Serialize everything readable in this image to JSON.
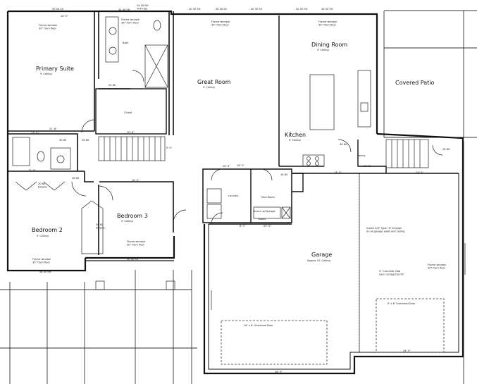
{
  "rooms": {
    "primary_suite": {
      "name": "Primary Suite",
      "ceiling": "9' Ceiling",
      "window": "Frame window\n30\" from floor"
    },
    "bath": {
      "name": "Bath",
      "window": "Frame window\n36\" from floor"
    },
    "closet": {
      "name": "Closet"
    },
    "great_room": {
      "name": "Great Room",
      "ceiling": "9' Ceiling",
      "window": "Frame window\n30\" from floor"
    },
    "dining_room": {
      "name": "Dining Room",
      "ceiling": "9' Ceiling",
      "window": "Frame window\n30\" from floor"
    },
    "kitchen": {
      "name": "Kitchen",
      "ceiling": "9' Ceiling"
    },
    "pantry": {
      "name": "Pantry"
    },
    "covered_patio": {
      "name": "Covered Patio"
    },
    "laundry": {
      "name": "Laundry"
    },
    "mud_room": {
      "name": "Mud Room"
    },
    "bedroom_2": {
      "name": "Bedroom 2",
      "ceiling": "9' Ceiling",
      "window": "Frame window\n30\" from floor"
    },
    "bedroom_3": {
      "name": "Bedroom 3",
      "ceiling": "9' Ceiling",
      "window": "Frame window\n30\" from floor"
    },
    "garage": {
      "name": "Garage",
      "ceiling": "Approx 10' Ceiling",
      "window": "Frame window\n30\" from floor"
    }
  },
  "notes": {
    "garage_drywall": "Install 5/8\" Type \"X\" Drywall\non all garage walls and ceiling",
    "garage_slab": "4\" Concrete Slab\nover compacted fill",
    "overhead_door_left": "16' x 8' Overhead Door",
    "overhead_door_right": "9' x 8' Overhead Door",
    "bench": "Bench w/Storage",
    "hooks": "Hooks",
    "double_1": "30 60\nDouble",
    "double_2": "30 60\nDouble",
    "top_header": "24 40 BH\nTOP+BS"
  },
  "dimensions": {
    "d1": "30 50 SV",
    "d2": "30 30 SH",
    "d3": "30 50 SH",
    "d4": "30 50 SH",
    "d5": "26' 0\"",
    "d6": "21' 6\"",
    "d7": "38' 9\"",
    "d8": "24' 0\"",
    "d9": "16' 0\"",
    "d10": "12' 0\"",
    "d11": "18' 0\"",
    "d12": "14' 0\"",
    "d13": "10' 6\"",
    "d14": "8' 0\"",
    "d15": "20' 0\"",
    "d16": "11' 6\"",
    "d17": "28 80",
    "d18": "24 80",
    "d19": "30 80",
    "d20": "36 80",
    "d21": "26 80",
    "d22": "28 80",
    "d23": "30 30 SV",
    "d24": "40 30 SV",
    "d25": "30 50 SV",
    "d26": "46 50 SH",
    "d27": "24 40 SH",
    "d28": "36 80",
    "d29": "24' 0\"",
    "d30": "26' 6\"",
    "d31": "13' 0\"",
    "d32": "5' 0\""
  }
}
